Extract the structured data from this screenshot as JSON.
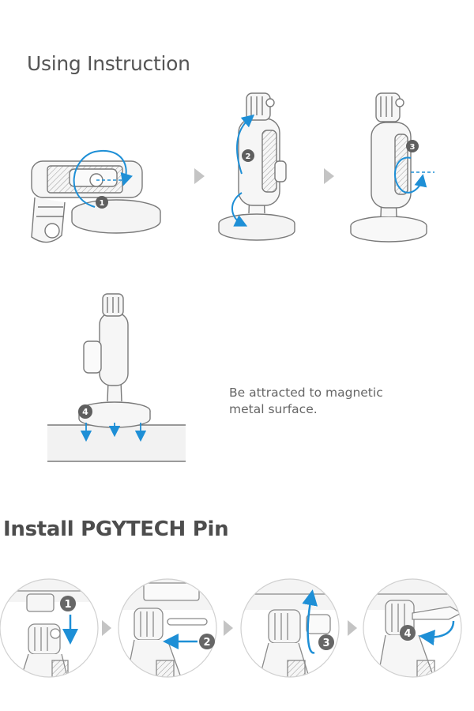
{
  "using_instruction": {
    "title": "Using Instruction",
    "steps": [
      "1",
      "2",
      "3",
      "4"
    ],
    "caption_line1": "Be attracted to magnetic",
    "caption_line2": "metal surface."
  },
  "install_pin": {
    "title": "Install PGYTECH Pin",
    "steps": [
      "1",
      "2",
      "3",
      "4"
    ]
  },
  "colors": {
    "accent_blue": "#1e8fd6",
    "badge_gray": "#5f5f5f",
    "line_gray": "#7a7a7a",
    "arrow_gray": "#c4c4c4"
  }
}
